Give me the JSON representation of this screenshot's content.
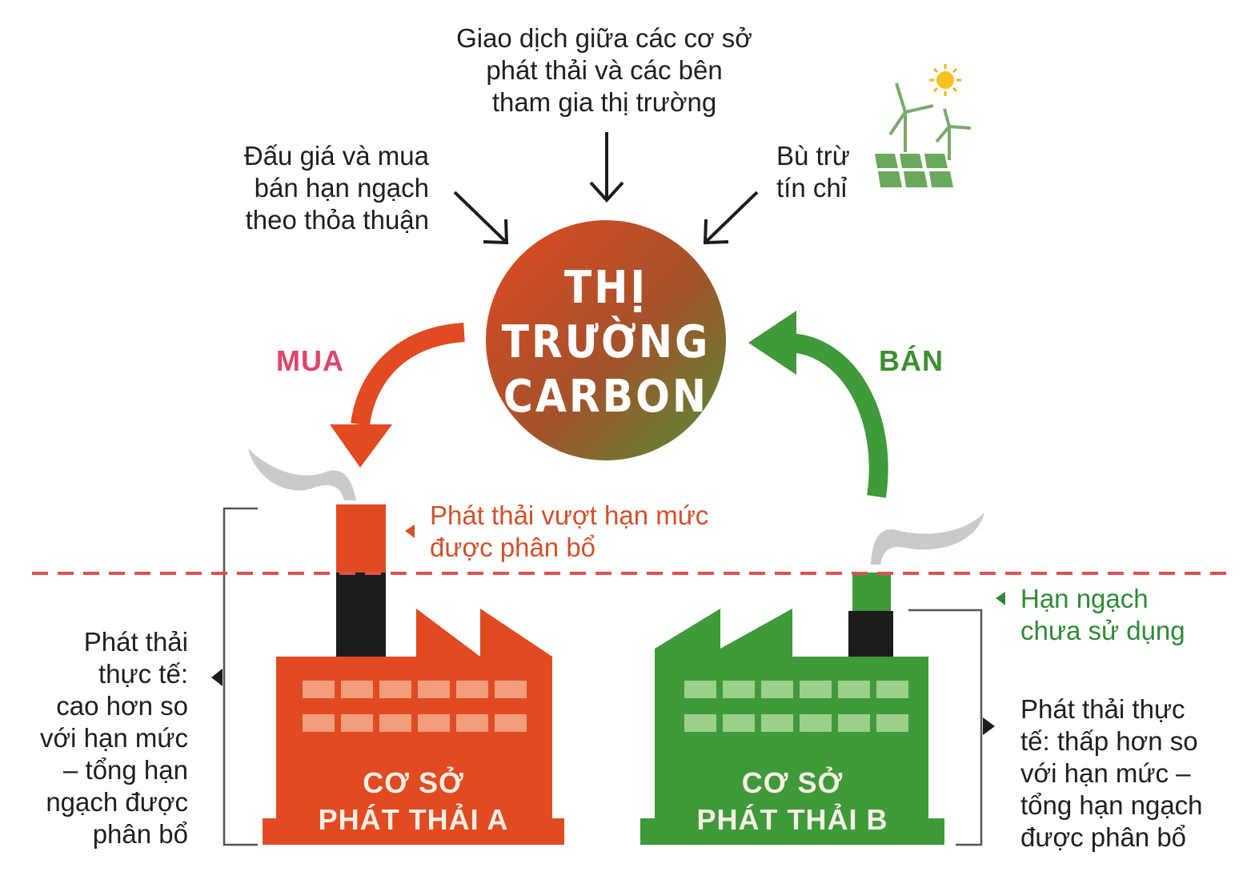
{
  "top_text": [
    "Giao dịch giữa các cơ sở",
    "phát thải và các bên",
    "tham gia thị trường"
  ],
  "left_top_text": [
    "Đấu giá và mua",
    "bán hạn ngạch",
    "theo thỏa thuận"
  ],
  "right_top_text": [
    "Bù trừ",
    "tín chỉ"
  ],
  "center": {
    "lines": [
      "THỊ",
      "TRƯỜNG",
      "CARBON"
    ]
  },
  "buy_label": "MUA",
  "sell_label": "BÁN",
  "excess_note": [
    "Phát thải vượt hạn mức",
    "được phân bổ"
  ],
  "unused_note": [
    "Hạn ngạch",
    "chưa sử dụng"
  ],
  "left_bottom_text": [
    "Phát thải",
    "thực tế:",
    "cao hơn so",
    "với hạn mức",
    "– tổng hạn",
    "ngạch được",
    "phân bổ"
  ],
  "right_bottom_text": [
    "Phát thải thực",
    "tế: thấp hơn so",
    "với hạn mức –",
    "tổng hạn ngạch",
    "được phân bổ"
  ],
  "factory_a": {
    "lines": [
      "CƠ SỞ",
      "PHÁT THẢI A"
    ]
  },
  "factory_b": {
    "lines": [
      "CƠ SỞ",
      "PHÁT THẢI B"
    ]
  },
  "colors": {
    "red": "#e2492a",
    "green": "#3f9a3a",
    "dark": "#1c1c1c",
    "dash": "#e0504f"
  }
}
